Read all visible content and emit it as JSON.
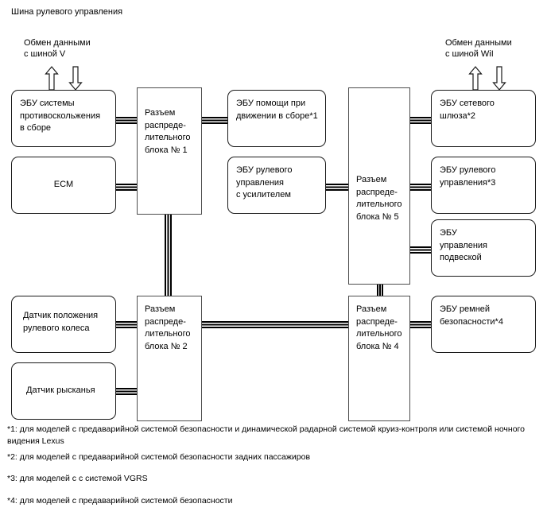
{
  "diagram": {
    "title": "Шина рулевого управления",
    "arrow_labels": {
      "left": "Обмен данными\nс шиной V",
      "right": "Обмен данными\nс шиной WiI"
    },
    "ecus": {
      "abs": "ЭБУ системы\nпротивоскольжения\nв сборе",
      "ecm": "ECM",
      "steering_sensor": "Датчик положения\nрулевого колеса",
      "yaw_sensor": "Датчик рысканья",
      "drive_assist": "ЭБУ помощи при\nдвижении в сборе*1",
      "power_steering": "ЭБУ рулевого\nуправления\nс усилителем",
      "gateway": "ЭБУ сетевого\nшлюза*2",
      "steering_ecu": "ЭБУ рулевого\nуправления*3",
      "suspension": "ЭБУ\nуправления\nподвеской",
      "seatbelt": "ЭБУ ремней\nбезопасности*4"
    },
    "junction_blocks": {
      "jb1": "Разъем\nраспреде-\nлительного\nблока № 1",
      "jb2": "Разъем\nраспреде-\nлительного\nблока № 2",
      "jb4": "Разъем\nраспреде-\nлительного\nблока № 4",
      "jb5": "Разъем\nраспреде-\nлительного\nблока № 5"
    },
    "footnotes": [
      "*1: для моделей с предаварийной системой безопасности и динамической радарной системой круиз-контроля или системой ночного видения Lexus",
      "*2: для моделей с предаварийной системой безопасности задних пассажиров",
      "*3: для моделей с с системой VGRS",
      "*4: для моделей с предаварийной системой безопасности"
    ],
    "colors": {
      "line": "#1a1a1a",
      "junction_line": "#4d4d4d",
      "background": "#ffffff",
      "text": "#000000"
    }
  }
}
